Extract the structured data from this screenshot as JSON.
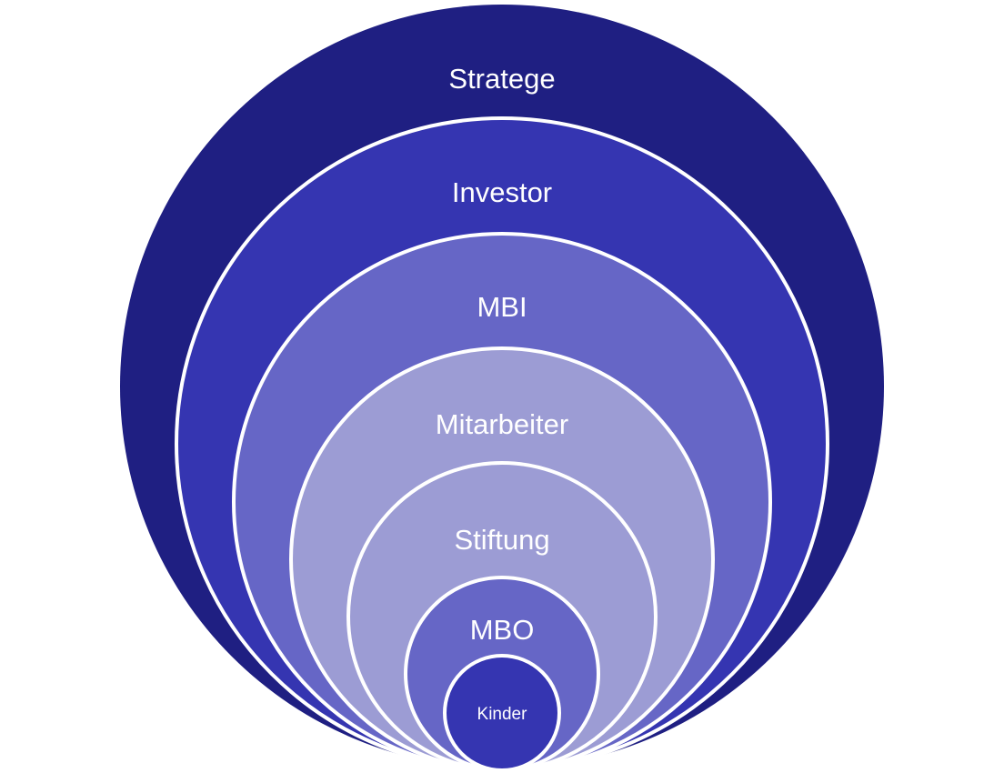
{
  "diagram": {
    "rings": [
      {
        "label": "Stratege",
        "color": "#1f1f82"
      },
      {
        "label": "Investor",
        "color": "#3535b1"
      },
      {
        "label": "MBI",
        "color": "#6666c6"
      },
      {
        "label": "Mitarbeiter",
        "color": "#9c9cd4"
      },
      {
        "label": "Stiftung",
        "color": "#9c9cd4"
      },
      {
        "label": "MBO",
        "color": "#6666c6"
      },
      {
        "label": "Kinder",
        "color": "#3535b1"
      }
    ],
    "stroke_color": "#ffffff"
  }
}
